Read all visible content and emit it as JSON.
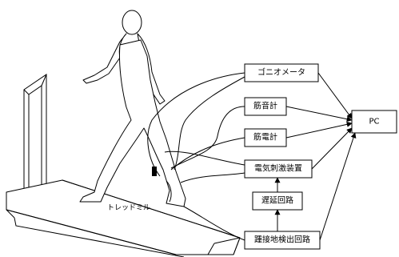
{
  "diagram": {
    "boxes": {
      "goniometer": "ゴニオメータ",
      "emg_mech": "筋音計",
      "emg_elec": "筋電計",
      "stimulator": "電気刺激装置",
      "delay": "遅延回路",
      "pc": "PC",
      "foot_off_detector": "踵接地検出回路"
    },
    "labels": {
      "treadmill": "トレッドミル"
    },
    "connections": [
      {
        "from": "goniometer",
        "to": "pc"
      },
      {
        "from": "emg_mech",
        "to": "pc"
      },
      {
        "from": "emg_elec",
        "to": "pc"
      },
      {
        "from": "stimulator",
        "to": "pc"
      },
      {
        "from": "foot_off_detector",
        "to": "pc"
      },
      {
        "from": "foot_off_detector",
        "to": "delay"
      },
      {
        "from": "delay",
        "to": "stimulator"
      }
    ]
  }
}
